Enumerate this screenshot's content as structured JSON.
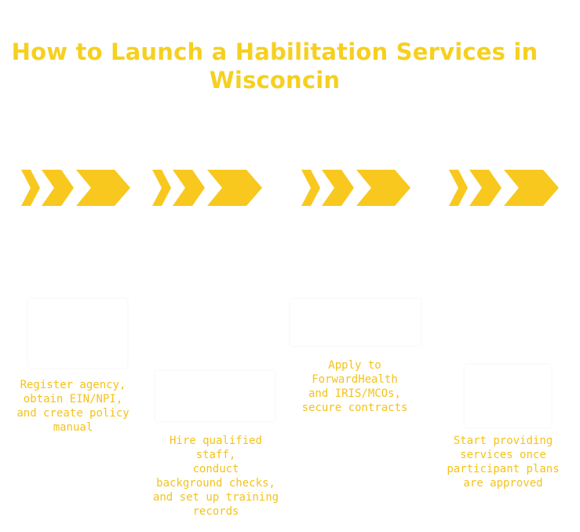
{
  "title": {
    "line1": "How to Launch a Habilitation Services in",
    "line2": "Wisconcin"
  },
  "colors": {
    "accent": "#f6d020",
    "text": "#f4c21b",
    "background": "#ffffff"
  },
  "steps": [
    {
      "text": "Register agency,\nobtain EIN/NPI,\nand create policy\nmanual"
    },
    {
      "text": "Hire qualified staff,\nconduct\nbackground checks,\nand set up training\nrecords"
    },
    {
      "text": "Apply to\nForwardHealth\nand IRIS/MCOs,\nsecure contracts"
    },
    {
      "text": "Start providing\nservices once\nparticipant plans\nare approved"
    }
  ]
}
